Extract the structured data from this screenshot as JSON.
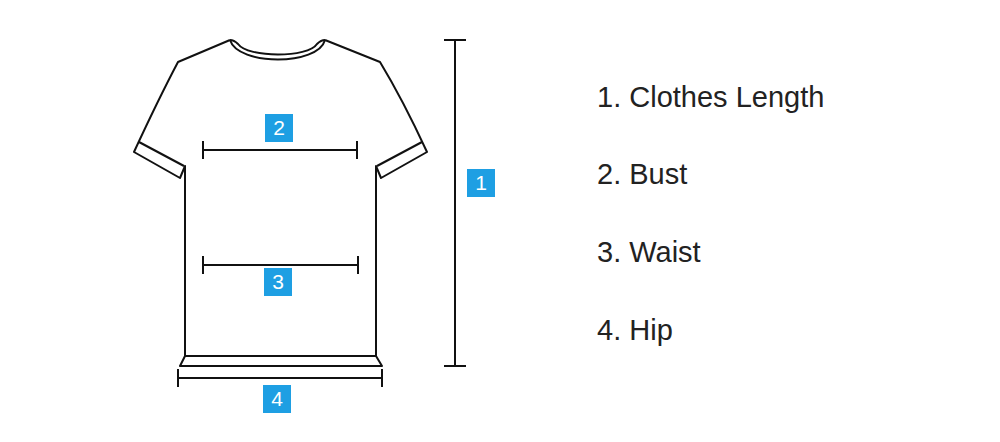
{
  "diagram": {
    "nodes": [
      {
        "text": [
          "2"
        ]
      },
      {
        "text": [
          "1"
        ]
      },
      {
        "text": [
          "3"
        ]
      },
      {
        "text": [
          "4"
        ]
      }
    ],
    "labels": [
      "1. Clothes Length",
      "2. Bust",
      "3. Waist",
      "4. Hip"
    ]
  }
}
